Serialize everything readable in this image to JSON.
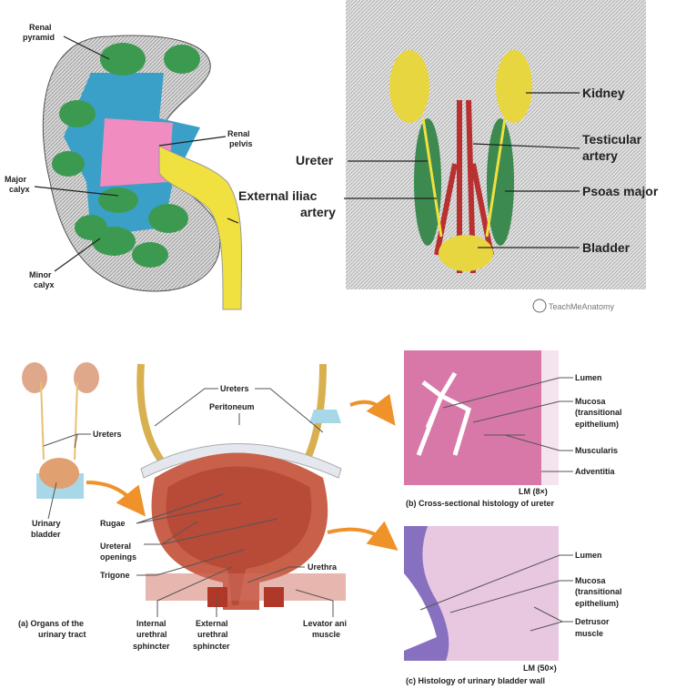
{
  "kidney_section": {
    "labels": {
      "renal_pyramid": [
        "Renal",
        "pyramid"
      ],
      "renal_pelvis": [
        "Renal",
        "pelvis"
      ],
      "major_calyx": [
        "Major",
        "calyx"
      ],
      "minor_calyx": [
        "Minor",
        "calyx"
      ]
    }
  },
  "abdomen": {
    "labels": {
      "kidney": "Kidney",
      "testicular_artery": [
        "Testicular",
        "artery"
      ],
      "ureter": "Ureter",
      "external_iliac_artery": [
        "External iliac",
        "artery"
      ],
      "psoas_major": "Psoas major",
      "bladder": "Bladder"
    },
    "watermark": "TeachMeAnatomy"
  },
  "organs": {
    "labels": {
      "ureters_top": "Ureters",
      "peritoneum": "Peritoneum",
      "ureters_small": "Ureters",
      "urinary_bladder": [
        "Urinary",
        "bladder"
      ],
      "rugae": "Rugae",
      "ureteral_openings": [
        "Ureteral",
        "openings"
      ],
      "trigone": "Trigone",
      "urethra": "Urethra",
      "internal_sphincter": [
        "Internal",
        "urethral",
        "sphincter"
      ],
      "external_sphincter": [
        "External",
        "urethral",
        "sphincter"
      ],
      "levator_ani": [
        "Levator ani",
        "muscle"
      ]
    },
    "caption": [
      "(a) Organs of the",
      "urinary tract"
    ]
  },
  "ureter_histology": {
    "labels": {
      "lumen": "Lumen",
      "mucosa": [
        "Mucosa",
        "(transitional",
        "epithelium)"
      ],
      "muscularis": "Muscularis",
      "adventitia": "Adventitia"
    },
    "magnification": "LM (8×)",
    "caption": "(b) Cross-sectional histology of ureter"
  },
  "bladder_histology": {
    "labels": {
      "lumen": "Lumen",
      "mucosa": [
        "Mucosa",
        "(transitional",
        "epithelium)"
      ],
      "detrusor": [
        "Detrusor",
        "muscle"
      ]
    },
    "magnification": "LM (50×)",
    "caption": "(c) Histology of urinary bladder wall"
  },
  "colors": {
    "calyx_blue": "#3aa0c8",
    "pelvis_pink": "#f08cc0",
    "pyramid_green": "#3c9a50",
    "ureter_yellow": "#f0e040",
    "bladder_red": "#c0503c",
    "arrow_orange": "#f0922a"
  }
}
